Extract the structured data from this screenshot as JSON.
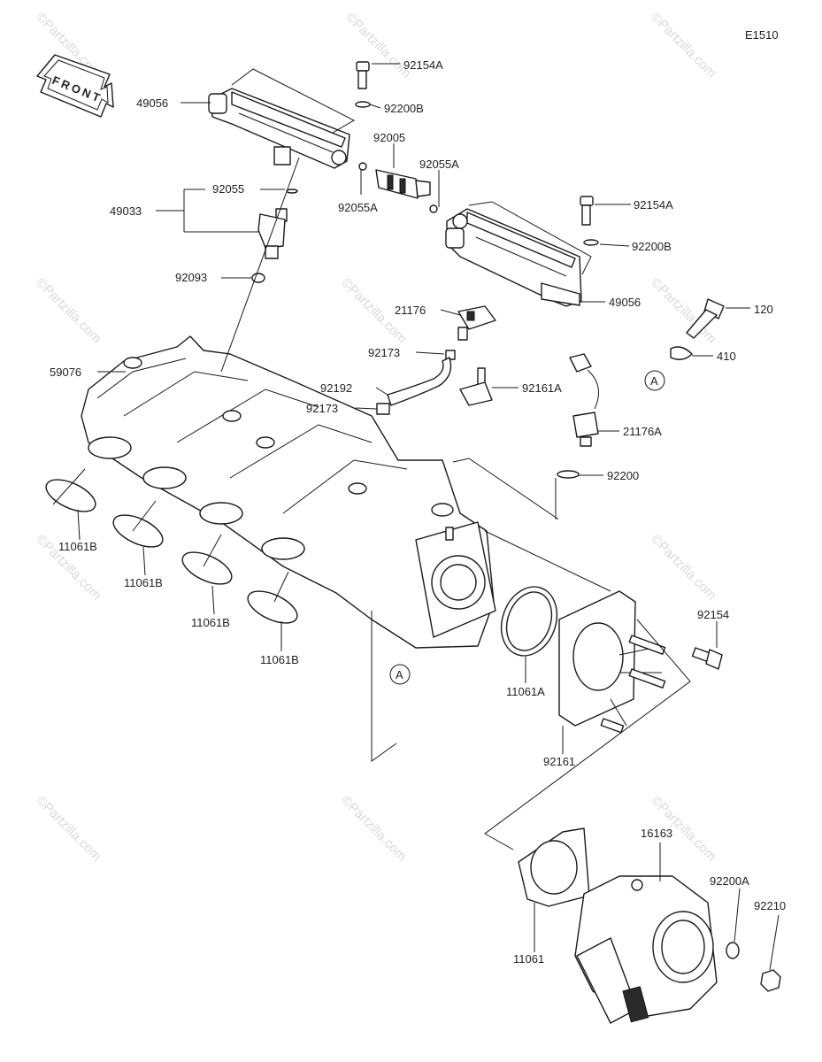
{
  "diagram": {
    "code": "E1510",
    "front_label": "FRONT",
    "watermark": "©Partzilla.com",
    "ref_mark": "A"
  },
  "parts": [
    {
      "id": "92154A_top",
      "label": "92154A"
    },
    {
      "id": "49056_left",
      "label": "49056"
    },
    {
      "id": "92200B_top",
      "label": "92200B"
    },
    {
      "id": "92005",
      "label": "92005"
    },
    {
      "id": "92055A_right",
      "label": "92055A"
    },
    {
      "id": "92055",
      "label": "92055"
    },
    {
      "id": "92055A_left",
      "label": "92055A"
    },
    {
      "id": "49033",
      "label": "49033"
    },
    {
      "id": "92154A_mid",
      "label": "92154A"
    },
    {
      "id": "92200B_mid",
      "label": "92200B"
    },
    {
      "id": "92093",
      "label": "92093"
    },
    {
      "id": "49056_right",
      "label": "49056"
    },
    {
      "id": "21176",
      "label": "21176"
    },
    {
      "id": "120",
      "label": "120"
    },
    {
      "id": "92173_top",
      "label": "92173"
    },
    {
      "id": "410",
      "label": "410"
    },
    {
      "id": "59076",
      "label": "59076"
    },
    {
      "id": "92192",
      "label": "92192"
    },
    {
      "id": "92161A",
      "label": "92161A"
    },
    {
      "id": "92173_bottom",
      "label": "92173"
    },
    {
      "id": "21176A",
      "label": "21176A"
    },
    {
      "id": "92200",
      "label": "92200"
    },
    {
      "id": "11061B_1",
      "label": "11061B"
    },
    {
      "id": "11061B_2",
      "label": "11061B"
    },
    {
      "id": "11061B_3",
      "label": "11061B"
    },
    {
      "id": "11061B_4",
      "label": "11061B"
    },
    {
      "id": "92154",
      "label": "92154"
    },
    {
      "id": "11061A",
      "label": "11061A"
    },
    {
      "id": "92161",
      "label": "92161"
    },
    {
      "id": "16163",
      "label": "16163"
    },
    {
      "id": "92200A",
      "label": "92200A"
    },
    {
      "id": "92210",
      "label": "92210"
    },
    {
      "id": "11061",
      "label": "11061"
    }
  ]
}
